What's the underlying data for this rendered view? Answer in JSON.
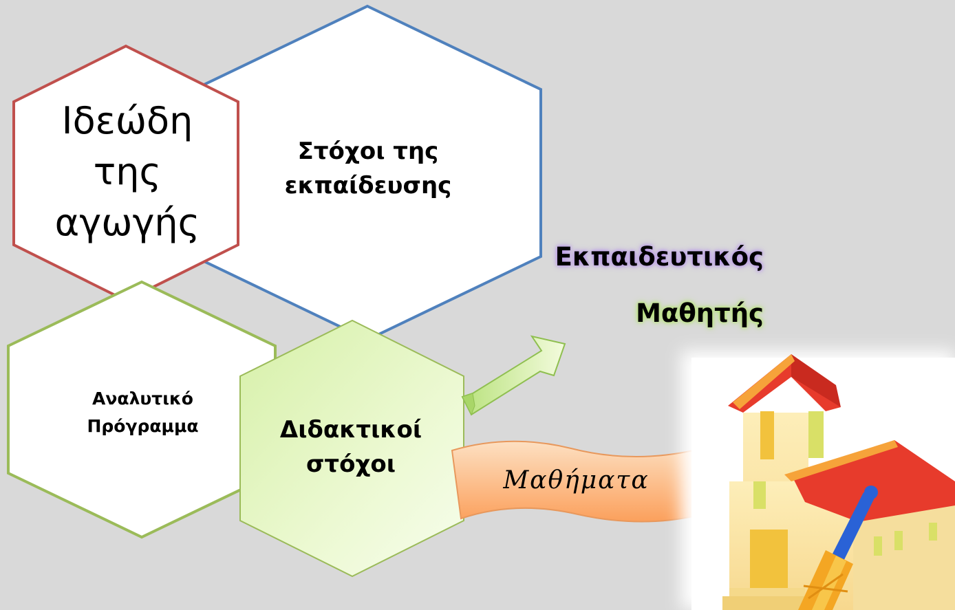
{
  "hexagons": {
    "ideodi": "Ιδεώδη\nτης\nαγωγής",
    "stoxoi_ekpaideusis": "Στόχοι της\nεκπαίδευσης",
    "analytiko": "Αναλυτικό\nΠρόγραμμα",
    "didaktikoi": "Διδακτικοί\nστόχοι"
  },
  "labels": {
    "ekpaideutikos": "Εκπαιδευτικός",
    "mathitis": "Μαθητής",
    "mathimata": "Μαθήματα"
  },
  "icons": {
    "arrow": "arrow-icon",
    "school": "school-clipart-icon"
  },
  "colors": {
    "background": "#d9d9d9",
    "hex_blue_border": "#4f81bd",
    "hex_red_border": "#c0504d",
    "hex_green_border": "#9bbb59",
    "ekpaideutikos_glow": "#b99ae6",
    "mathitis_glow": "#b8e27c",
    "banner_fill": "#fbb27d"
  }
}
